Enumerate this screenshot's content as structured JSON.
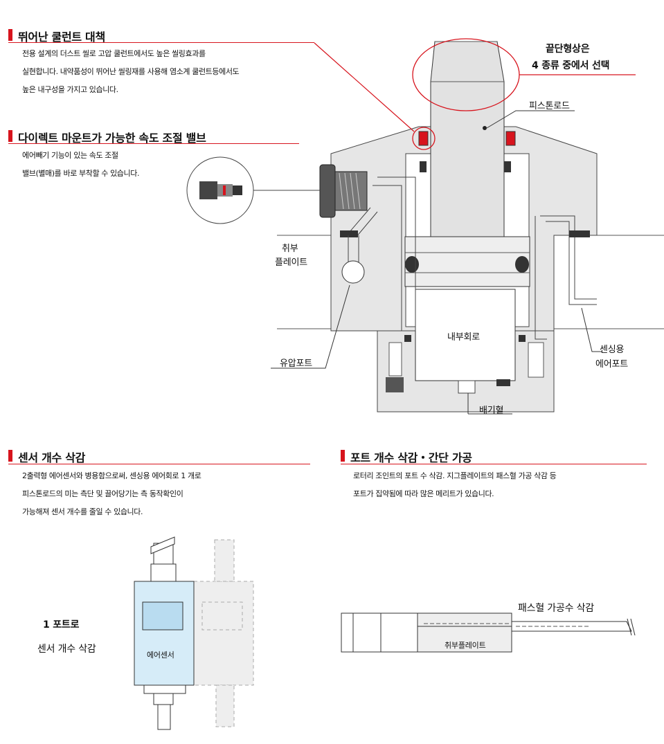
{
  "sections": {
    "coolant": {
      "title": "뛰어난 쿨런트 대책",
      "lines": [
        "전용 설계의 더스트 씰로 고압 쿨런트에서도 높은 씰링효과를",
        "실현합니다. 내약품성이 뛰어난 씰링재를 사용해 염소계 쿨런트등에서도",
        "높은 내구성을 가지고 있습니다."
      ]
    },
    "valve": {
      "title": "다이렉트 마운트가 가능한 속도 조절 밸브",
      "lines": [
        "에어빼기 기능이 있는 속도 조절",
        "밸브(별매)를 바로 부착할 수 있습니다."
      ]
    },
    "sensor": {
      "title": "센서 개수 삭감",
      "lines": [
        "2출력형 에어센서와 병용함으로써, 센싱용 에어회로 1 개로",
        "피스톤로드의 미는 측단 및 끌어당기는 측 동작확인이",
        "가능해져 센서 개수를 줄일 수 있습니다."
      ]
    },
    "port": {
      "title": "포트 개수 삭감・간단 가공",
      "lines": [
        "로터리 조인트의 포트 수 삭감. 지그플레이트의 패스혈 가공 삭감 등",
        "포트가 집약됨에 따라 많은 메리트가 있습니다."
      ]
    }
  },
  "diagram_labels": {
    "tip_shape": [
      "끝단형상은",
      "4 종류 중에서 선택"
    ],
    "piston_rod": "피스톤로드",
    "mounting_plate": [
      "취부",
      "플레이트"
    ],
    "hydraulic_port": "유압포트",
    "inner_circuit": "내부회로",
    "exhaust_hole": "배기혈",
    "sensing_air_port": [
      "센싱용",
      "에어포트"
    ]
  },
  "sensor_labels": {
    "one_port": "1 포트로",
    "reduce": "센서 개수 삭감",
    "air_sensor": "에어센서"
  },
  "port_labels": {
    "pass_hole": "패스혈 가공수 삭감",
    "plate": "취부플레이트"
  },
  "colors": {
    "accent": "#d7141d",
    "cylinder_gray": "#e6e6e6",
    "sensor_blue": "#d6ecf8"
  }
}
